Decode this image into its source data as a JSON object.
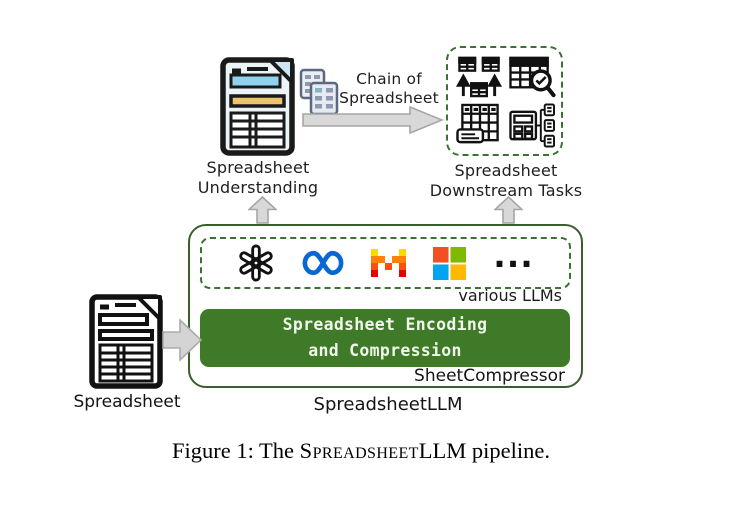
{
  "figure": {
    "understanding": {
      "line1": "Spreadsheet",
      "line2": "Understanding"
    },
    "chain": {
      "line1": "Chain of",
      "line2": "Spreadsheet"
    },
    "downstream": {
      "line1": "Spreadsheet",
      "line2": "Downstream Tasks"
    },
    "llm_box": {
      "caption": "various LLMs",
      "ellipsis": "...",
      "meta_symbol": "∞",
      "logos": [
        "openai-logo",
        "meta-logo",
        "mistral-ai-logo",
        "microsoft-logo",
        "ellipsis"
      ]
    },
    "encoder": {
      "line1": "Spreadsheet Encoding",
      "line2": "and Compression",
      "compressor_label": "SheetCompressor"
    },
    "pipeline_label": "SpreadsheetLLM",
    "input_label": "Spreadsheet"
  },
  "caption": {
    "prefix": "Figure 1: The ",
    "name_smallcaps": "Spreadsheet",
    "name_caps": "LLM",
    "suffix": " pipeline."
  },
  "colors": {
    "encoder_green_fill": "#3e7a27",
    "outer_border_green": "#3a5f2f",
    "dashed_green": "#3c7134",
    "arrow_gray_fill": "#d8d8d8",
    "arrow_gray_stroke": "#a6a6a6",
    "meta_blue": "#0867d2",
    "microsoft_red": "#f25022",
    "microsoft_green": "#7fba00",
    "microsoft_blue": "#00a4ef",
    "microsoft_yellow": "#ffb900",
    "mistral_yellow": "#ffd800",
    "mistral_orange": "#ff8205",
    "mistral_deep_orange": "#fa500f",
    "mistral_red": "#e10500",
    "doc_blue_bar": "#8fd2ed",
    "doc_yellow_bar": "#eec46a"
  }
}
